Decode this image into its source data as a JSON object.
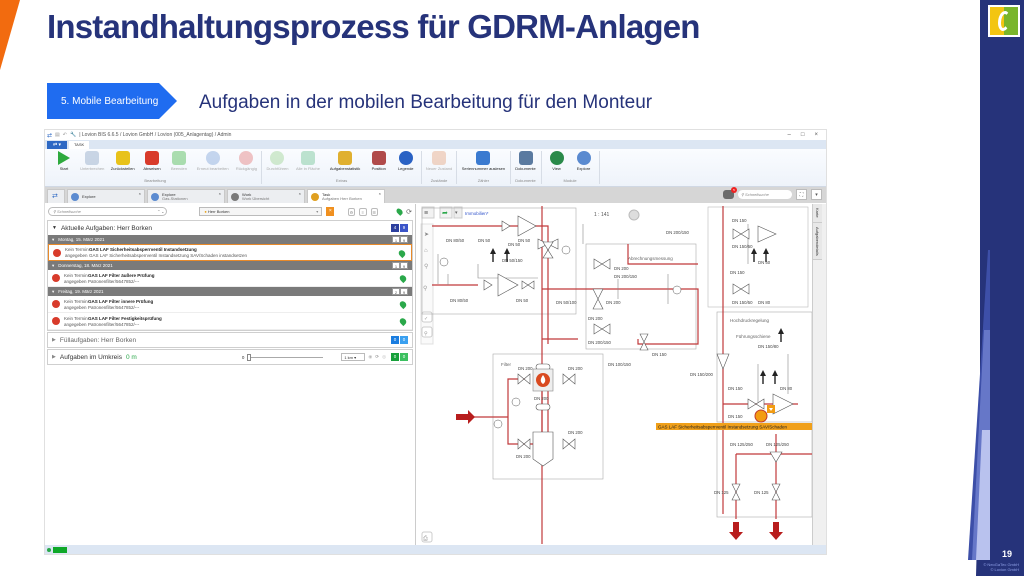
{
  "slide": {
    "title": "Instandhaltungsprozess für GDRM-Anlagen",
    "step_badge": "5. Mobile Bearbeitung",
    "subtitle": "Aufgaben in der mobilen Bearbeitung für den Monteur",
    "page_number": "19",
    "copyright_lines": [
      "© NeoGaTec GmbH",
      "© Lovion GmbH"
    ],
    "colors": {
      "brand_navy": "#26337a",
      "accent_blue": "#1f6cf0",
      "accent_orange": "#f26b0f"
    }
  },
  "app": {
    "window_title": "| Lovion BIS 6.6.5 / Lovion GmbH / Lovion (005_Anlagentag) / Admin",
    "window_controls": [
      "–",
      "□",
      "×"
    ],
    "ribbon_tab": "TASK",
    "ribbon_groups": [
      {
        "label": "Bearbeitung",
        "buttons": [
          {
            "label": "Start",
            "icon": "play-icon",
            "enabled": true
          },
          {
            "label": "Unterbrechen",
            "icon": "pause-icon",
            "enabled": false
          },
          {
            "label": "Zurückstellen",
            "icon": "hand-yellow-icon",
            "enabled": true
          },
          {
            "label": "Abweisen",
            "icon": "hand-red-icon",
            "enabled": true
          },
          {
            "label": "Beenden",
            "icon": "check-icon",
            "enabled": false
          },
          {
            "label": "Erneut bearbeiten",
            "icon": "redo-icon",
            "enabled": false
          },
          {
            "label": "Rückgängig",
            "icon": "undo-icon",
            "enabled": false
          }
        ]
      },
      {
        "label": "Extras",
        "buttons": [
          {
            "label": "Durchführen",
            "icon": "check-circle-icon",
            "enabled": false
          },
          {
            "label": "Alle in Fläche",
            "icon": "checkbox-icon",
            "enabled": false
          },
          {
            "label": "Aufgabenstatistik",
            "icon": "statistics-icon",
            "enabled": true
          },
          {
            "label": "Position",
            "icon": "position-icon",
            "enabled": true
          },
          {
            "label": "Legende",
            "icon": "info-icon",
            "enabled": true
          }
        ]
      },
      {
        "label": "Zustände",
        "buttons": [
          {
            "label": "Neuer Zustand",
            "icon": "new-state-icon",
            "enabled": false
          }
        ]
      },
      {
        "label": "Zähler",
        "buttons": [
          {
            "label": "Seriennummer auslesen",
            "icon": "serial-number-icon",
            "enabled": true
          }
        ]
      },
      {
        "label": "Dokumente",
        "buttons": [
          {
            "label": "Dokumente",
            "icon": "documents-icon",
            "enabled": true
          }
        ]
      },
      {
        "label": "Module",
        "buttons": [
          {
            "label": "View",
            "icon": "globe-icon",
            "enabled": true
          },
          {
            "label": "Explore",
            "icon": "explore-icon",
            "enabled": true
          }
        ]
      }
    ],
    "doc_tabs": [
      {
        "line1": "Explore",
        "line2": "",
        "active": false
      },
      {
        "line1": "Explore",
        "line2": "Gas-Stationen",
        "active": false
      },
      {
        "line1": "Work",
        "line2": "Work Übersicht",
        "active": false
      },
      {
        "line1": "Task",
        "line2": "Aufgaben Herr Borken",
        "active": true
      }
    ],
    "notification_count": "5",
    "quicksearch_placeholder": "Schnellsuche",
    "left": {
      "search_placeholder": "Schnellsuche",
      "user_select": "Herr Borken",
      "current_section": {
        "title": "Aktuelle Aufgaben: Herr Borken",
        "counts": [
          "4",
          "9"
        ],
        "days": [
          {
            "date": "Montag, 15. März 2021",
            "counts": [
              "1",
              "9"
            ],
            "tasks": [
              {
                "time": "Kein Termin",
                "status": "angegeben",
                "title": "GAS LAF Sicherheitsabsperrventil Instandsetzung",
                "detail": "GAS LAF Sicherheitsabsperrventil Instandsetzung SAV/Schaden instandsetzen",
                "selected": true
              }
            ]
          },
          {
            "date": "Donnerstag, 18. März 2021",
            "counts": [
              "1",
              "9"
            ],
            "tasks": [
              {
                "time": "Kein Termin",
                "status": "angegeben",
                "title": "GAS LAF Filter äußere Prüfung",
                "detail": "Patronenfilter/5647852/---",
                "selected": false
              }
            ]
          },
          {
            "date": "Freitag, 19. März 2021",
            "counts": [
              "2",
              "9"
            ],
            "tasks": [
              {
                "time": "Kein Termin",
                "status": "angegeben",
                "title": "GAS LAF Filter innere Prüfung",
                "detail": "Patronenfilter/5647852/---",
                "selected": false
              },
              {
                "time": "Kein Termin",
                "status": "angegeben",
                "title": "GAS LAF Filter Festigkeitsprüfung",
                "detail": "Patronenfilter/5647852/---",
                "selected": false
              }
            ]
          }
        ]
      },
      "fill_section": {
        "title": "Füllaufgaben: Herr Borken",
        "counts": [
          "0",
          "0"
        ]
      },
      "radius_section": {
        "title": "Aufgaben im Umkreis",
        "radius_value": "0 m",
        "slider_min": "0",
        "slider_value": 0,
        "unit_select": "1 km",
        "counts": [
          "0",
          "0"
        ]
      }
    },
    "diagram": {
      "scale": "1 : 141",
      "layer_select": "Immobilien*",
      "areas": [
        "Abrechnungsmessung",
        "Filter",
        "Hochdruckregelung",
        "Führungsschiene"
      ],
      "labels": [
        "DN 80/50",
        "DN 50",
        "DN 50",
        "DN 50/150",
        "DN 80/50",
        "DN 50",
        "DN 50",
        "DN 50/100",
        "DN 200",
        "DN 200/150",
        "DN 200",
        "DN 200",
        "DN 200/150",
        "DN 150",
        "DN 100/150",
        "DN 200",
        "DN 200",
        "DN 200",
        "DN 200",
        "DN 200",
        "DN 200/150",
        "DN 150",
        "DN 150/50",
        "DN 50",
        "DN 150",
        "DN 150/50",
        "DN 80",
        "DN 150/80",
        "DN 150",
        "DN 80",
        "DN 150/200",
        "DN 150",
        "DN 125/250",
        "DN 125/250",
        "DN 125",
        "DN 125"
      ],
      "alert_label": "GAS LAF Sicherheitsabsperrventil Instandsetzung SAV/Schaden"
    },
    "side_tabs": [
      "Karte",
      "Aufgabendetails"
    ],
    "status_progress": 0.35
  }
}
